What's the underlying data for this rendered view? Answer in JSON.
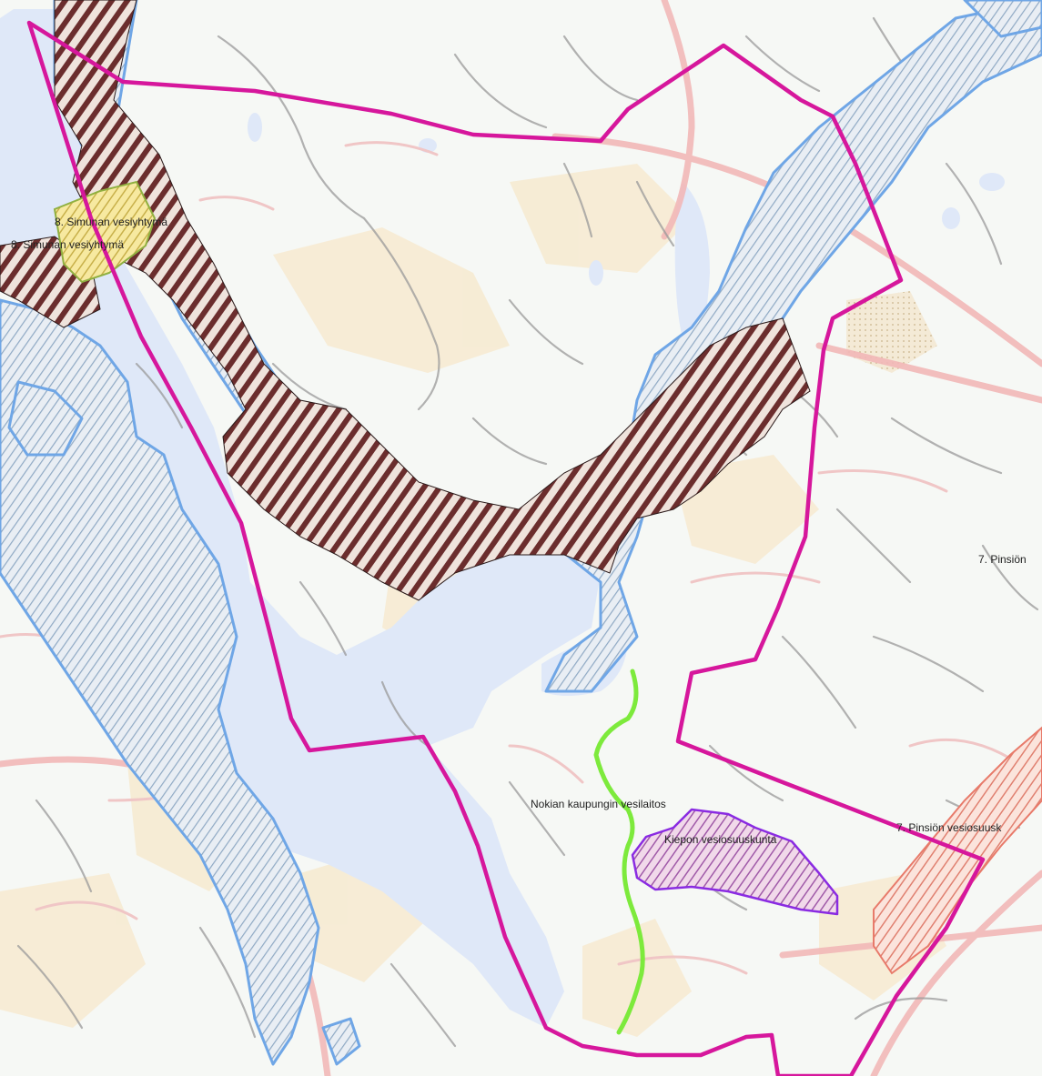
{
  "map": {
    "labels": {
      "simunan_1": "8. Simunan vesiyhtymä",
      "simunan_2": "8. Simunan vesiyhtymä",
      "pinsio_1": "7. Pinsiön",
      "pinsio_2": "7. Pinsiön vesiosuusk",
      "nokian": "Nokian kaupungin vesilaitos",
      "kiepon": "Kiepon vesiosuuskunta"
    },
    "colors": {
      "background": "#f6f8f5",
      "water": "#dfe8f8",
      "field": "#f7ead0",
      "road_main": "#f2b8b8",
      "road_minor": "#9a9a9a",
      "groundwater_outline": "#6fa6e6",
      "study_boundary": "#d6179c",
      "classified_area": "#6b2d2d",
      "pipeline": "#7dea3c",
      "kiepon_area": "#8a2be2",
      "pinsio_area": "#e87a6a"
    }
  }
}
